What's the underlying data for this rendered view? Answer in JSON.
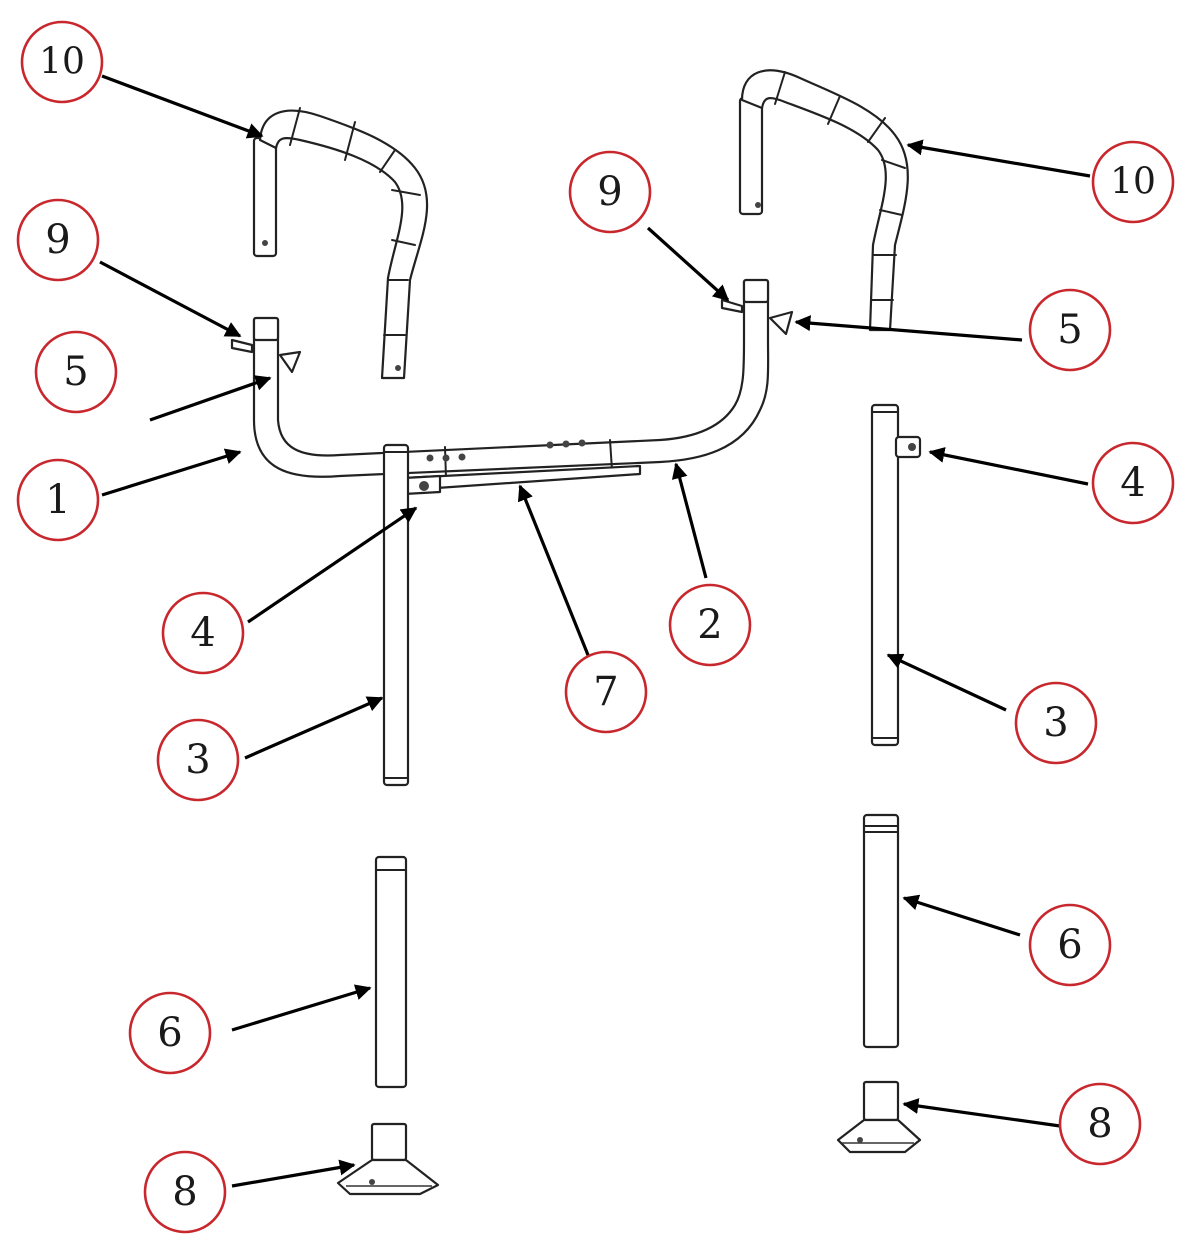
{
  "callouts": [
    {
      "id": "c10L",
      "label": "10"
    },
    {
      "id": "c10R",
      "label": "10"
    },
    {
      "id": "c9L",
      "label": "9"
    },
    {
      "id": "c9R",
      "label": "9"
    },
    {
      "id": "c5L",
      "label": "5"
    },
    {
      "id": "c5R",
      "label": "5"
    },
    {
      "id": "c1",
      "label": "1"
    },
    {
      "id": "c4R",
      "label": "4"
    },
    {
      "id": "c4L",
      "label": "4"
    },
    {
      "id": "c2",
      "label": "2"
    },
    {
      "id": "c7",
      "label": "7"
    },
    {
      "id": "c3L",
      "label": "3"
    },
    {
      "id": "c3R",
      "label": "3"
    },
    {
      "id": "c6L",
      "label": "6"
    },
    {
      "id": "c6R",
      "label": "6"
    },
    {
      "id": "c8L",
      "label": "8"
    },
    {
      "id": "c8R",
      "label": "8"
    }
  ],
  "colors": {
    "callout_ring": "#c8282d",
    "line": "#222222",
    "background": "#ffffff"
  }
}
